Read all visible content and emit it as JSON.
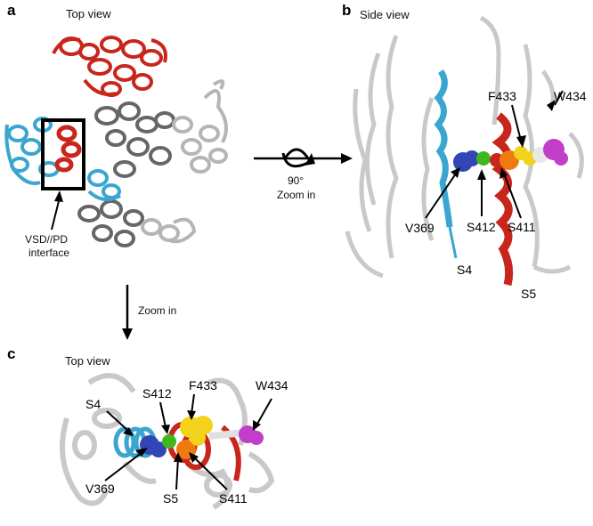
{
  "panels": {
    "a": {
      "letter": "a",
      "title": "Top view",
      "interface_line1": "VSD//PD",
      "interface_line2": "interface"
    },
    "b": {
      "letter": "b",
      "title": "Side view",
      "rotation": "90°",
      "zoom": "Zoom in"
    },
    "c": {
      "letter": "c",
      "title": "Top view",
      "zoom": "Zoom in"
    }
  },
  "residues": {
    "b": {
      "F433": "F433",
      "W434": "W434",
      "V369": "V369",
      "S412": "S412",
      "S411": "S411",
      "S4": "S4",
      "S5": "S5"
    },
    "c": {
      "S4": "S4",
      "S412": "S412",
      "F433": "F433",
      "W434": "W434",
      "V369": "V369",
      "S5": "S5",
      "S411": "S411"
    }
  },
  "colors": {
    "vsd_helix": "#3aa6cf",
    "pd_helix": "#c8261c",
    "grey_dark": "#555555",
    "grey_light": "#bdbdbd",
    "V369": "#3346b5",
    "S412": "#3fb81f",
    "S411": "#f07a10",
    "F433": "#f2d21a",
    "W434": "#c13fc8"
  }
}
